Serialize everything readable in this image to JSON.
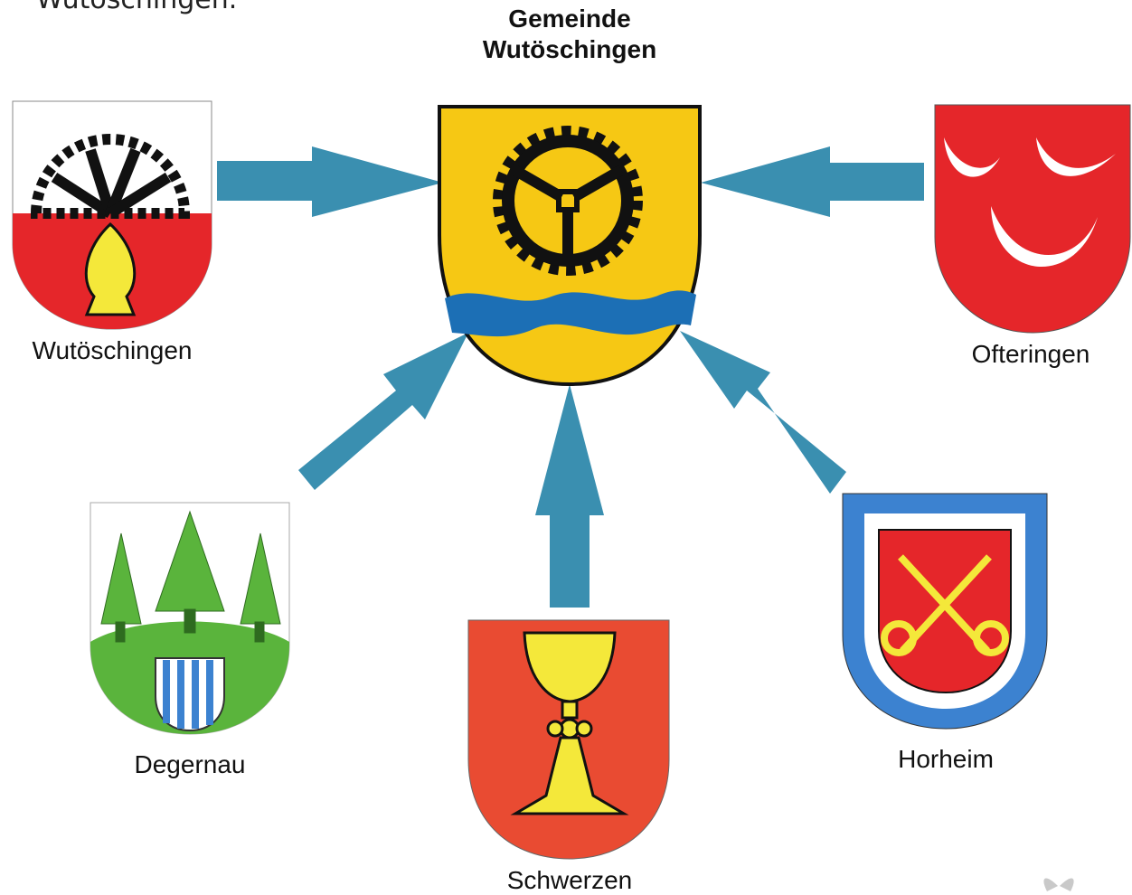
{
  "header": {
    "cut_text": "Wutöschingen.",
    "title_line1": "Gemeinde",
    "title_line2": "Wutöschingen"
  },
  "villages": {
    "wutoeschingen": "Wutöschingen",
    "ofteringen": "Ofteringen",
    "degernau": "Degernau",
    "schwerzen": "Schwerzen",
    "horheim": "Horheim"
  },
  "colors": {
    "arrow": "#3a8fb0",
    "gold": "#f6c814",
    "red": "#e5262a",
    "blue_river": "#1c6fb5",
    "green": "#5ab43c",
    "light_blue": "#3c82d0"
  }
}
